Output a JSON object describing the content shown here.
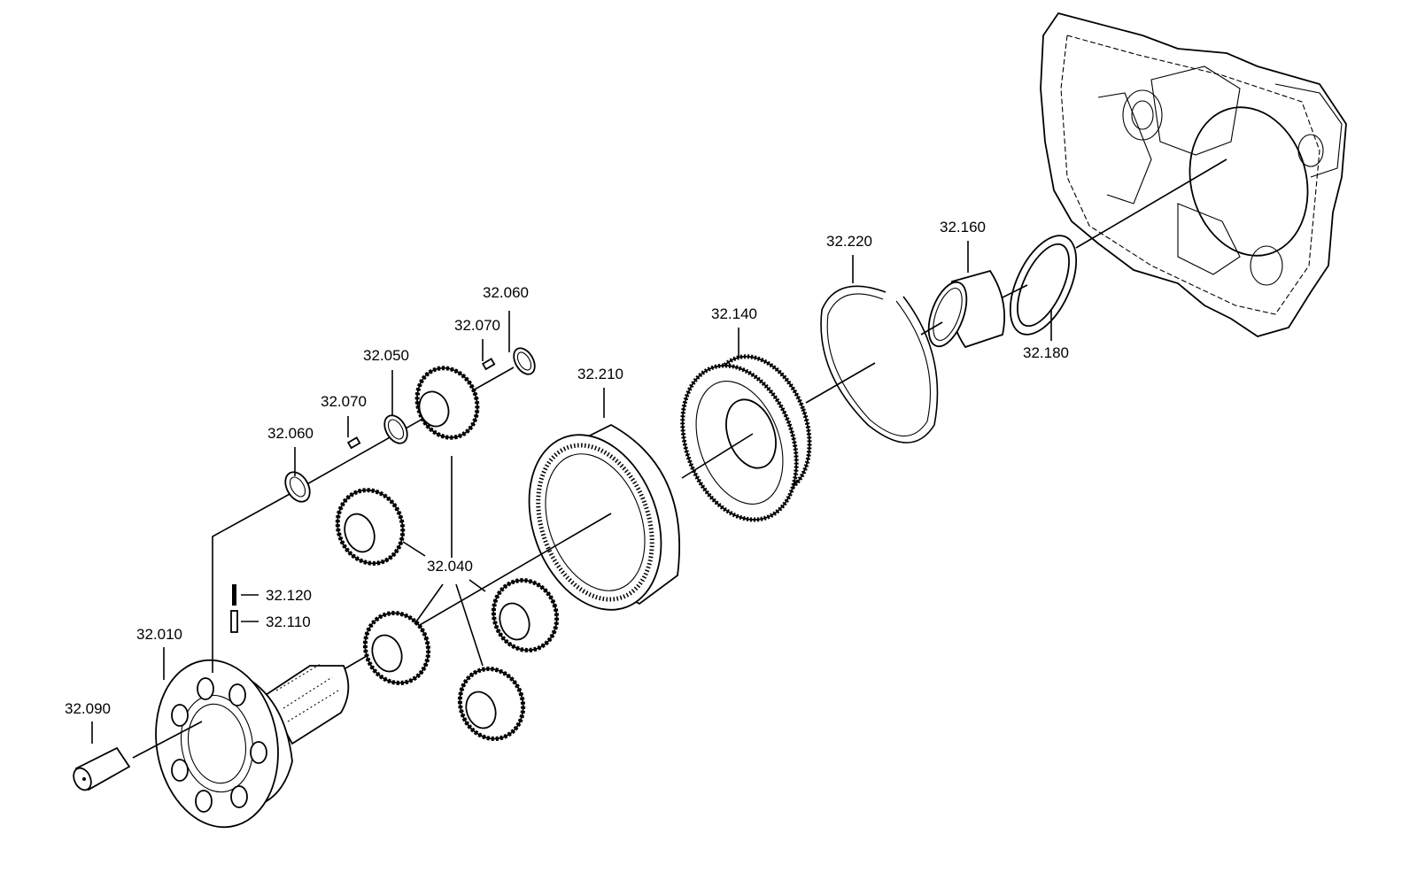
{
  "labels": {
    "carrier": "32.010",
    "planet_gears": "32.040",
    "washer_left": "32.060",
    "needle_left": "32.070",
    "washer_mid": "32.050",
    "needle_right": "32.070",
    "washer_right": "32.060",
    "ring_gear": "32.210",
    "sun_gear": "32.140",
    "snap_ring": "32.220",
    "bushing": "32.160",
    "seal": "32.180",
    "pin": "32.120",
    "sleeve": "32.110",
    "bolt": "32.090"
  }
}
